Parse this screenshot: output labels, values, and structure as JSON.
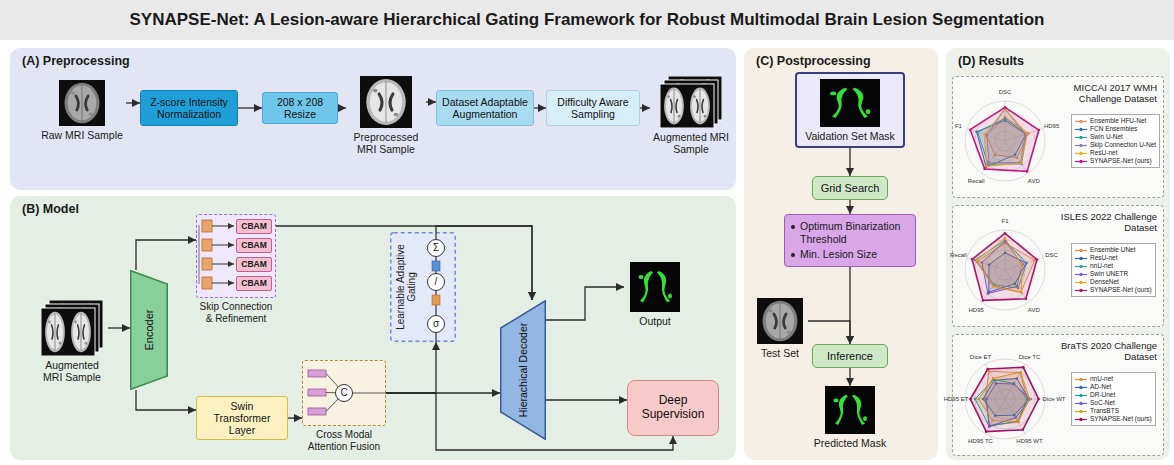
{
  "diagram": {
    "title": "SYNAPSE-Net: A Lesion-aware Hierarchical Gating Framework for Robust Multimodal Brain Lesion Segmentation",
    "nodes": [
      {
        "text": [
          "(A) Preprocessing"
        ]
      },
      {
        "text": [
          "Raw MRI Sample"
        ],
        "in": 0
      },
      {
        "text": [
          "Z-score Intensity Normalization"
        ],
        "in": 0
      },
      {
        "text": [
          "208 x 208 Resize"
        ],
        "in": 0
      },
      {
        "text": [
          "Preprocessed MRI Sample"
        ],
        "in": 0
      },
      {
        "text": [
          "Dataset Adaptable Augmentation"
        ],
        "in": 0
      },
      {
        "text": [
          "Difficulty Aware Sampling"
        ],
        "in": 0
      },
      {
        "text": [
          "Augmented MRI Sample"
        ],
        "in": 0
      },
      {
        "text": [
          "(B) Model"
        ]
      },
      {
        "text": [
          "Augmented MRI Sample"
        ],
        "in": 8
      },
      {
        "text": [
          "Encoder"
        ],
        "in": 8
      },
      {
        "text": [
          "Skip Connection & Refinement"
        ],
        "in": 8
      },
      {
        "text": [
          "CBAM"
        ],
        "in": 11
      },
      {
        "text": [
          "CBAM"
        ],
        "in": 11
      },
      {
        "text": [
          "CBAM"
        ],
        "in": 11
      },
      {
        "text": [
          "CBAM"
        ],
        "in": 11
      },
      {
        "text": [
          "Swin Transformer Layer"
        ],
        "in": 8
      },
      {
        "text": [
          "Cross Modal Attention Fusion"
        ],
        "in": 8
      },
      {
        "text": [
          "C"
        ],
        "in": 17
      },
      {
        "text": [
          "Learnable Adaptive Gating"
        ],
        "in": 8
      },
      {
        "text": [
          "Σ"
        ],
        "in": 19
      },
      {
        "text": [
          "/"
        ],
        "in": 19
      },
      {
        "text": [
          "σ"
        ],
        "in": 19
      },
      {
        "text": [
          "Hierachical Decoder"
        ],
        "in": 8
      },
      {
        "text": [
          "Output"
        ],
        "in": 8
      },
      {
        "text": [
          "Deep Supervision"
        ],
        "in": 8
      },
      {
        "text": [
          "(C) Postprocessing"
        ]
      },
      {
        "text": [
          "Vaidation Set Mask"
        ],
        "in": 26
      },
      {
        "text": [
          "Grid Search"
        ],
        "in": 26
      },
      {
        "text": [
          "Optimum Binarization Threshold",
          "Min. Lesion Size"
        ],
        "in": 26
      },
      {
        "text": [
          "Test Set"
        ],
        "in": 26
      },
      {
        "text": [
          "Inference"
        ],
        "in": 26
      },
      {
        "text": [
          "Predicted Mask"
        ],
        "in": 26
      },
      {
        "text": [
          "(D) Results"
        ]
      },
      {
        "text": [
          "MICCAI 2017 WMH Challenge Dataset"
        ],
        "in": 33
      },
      {
        "text": [
          "ISLES 2022 Challenge Dataset"
        ],
        "in": 33
      },
      {
        "text": [
          "BraTS 2020 Challenge Dataset"
        ],
        "in": 33
      }
    ],
    "edges": [
      {
        "from": 1,
        "to": 2,
        "arrow": "to"
      },
      {
        "from": 2,
        "to": 3,
        "arrow": "to"
      },
      {
        "from": 3,
        "to": 4,
        "arrow": "to"
      },
      {
        "from": 4,
        "to": 5,
        "arrow": "to"
      },
      {
        "from": 5,
        "to": 6,
        "arrow": "to"
      },
      {
        "from": 6,
        "to": 7,
        "arrow": "to"
      },
      {
        "from": 9,
        "to": 10,
        "arrow": "to"
      },
      {
        "from": 10,
        "to": 11,
        "arrow": "to"
      },
      {
        "from": 10,
        "to": 16,
        "arrow": "to"
      },
      {
        "from": 11,
        "to": 23,
        "arrow": "to"
      },
      {
        "from": 16,
        "to": 17,
        "arrow": "to"
      },
      {
        "from": 17,
        "to": 19,
        "arrow": "to"
      },
      {
        "from": 19,
        "to": 23,
        "arrow": "to"
      },
      {
        "from": 17,
        "to": 23,
        "arrow": "to"
      },
      {
        "from": 17,
        "to": 25,
        "arrow": "to"
      },
      {
        "from": 23,
        "to": 24,
        "arrow": "to"
      },
      {
        "from": 23,
        "to": 25,
        "arrow": "to"
      },
      {
        "from": 27,
        "to": 28,
        "arrow": "to"
      },
      {
        "from": 28,
        "to": 29,
        "arrow": "to"
      },
      {
        "from": 29,
        "to": 31,
        "arrow": "to"
      },
      {
        "from": 30,
        "to": 31,
        "arrow": "to"
      },
      {
        "from": 31,
        "to": 32,
        "arrow": "to"
      }
    ],
    "labels": [
      "DSC",
      "HD95",
      "AVD",
      "Recall",
      "F1",
      "F1",
      "DSC",
      "AVD",
      "HD95",
      "Recall",
      "Dice ET",
      "Dice TC",
      "Dice WT",
      "HD95 WT",
      "HD95 TC",
      "HD95 ET"
    ],
    "legend": [
      {
        "text": "Ensemble HFU-Net"
      },
      {
        "text": "FCN Ensembles"
      },
      {
        "text": "Swin U-Net"
      },
      {
        "text": "Skip Connection U-Net"
      },
      {
        "text": "ResU-net"
      },
      {
        "text": "SYNAPSE-Net (ours)"
      },
      {
        "text": "Ensemble UNet"
      },
      {
        "text": "ResU-net"
      },
      {
        "text": "nnU-net"
      },
      {
        "text": "Swin UNETR"
      },
      {
        "text": "DenseNet"
      },
      {
        "text": "SYNAPSE-Net (ours)"
      },
      {
        "text": "nnU-net"
      },
      {
        "text": "AD-Net"
      },
      {
        "text": "DR-Unet"
      },
      {
        "text": "SoC-Net"
      },
      {
        "text": "TransBTS"
      },
      {
        "text": "SYNAPSE-Net (ours)"
      }
    ]
  }
}
